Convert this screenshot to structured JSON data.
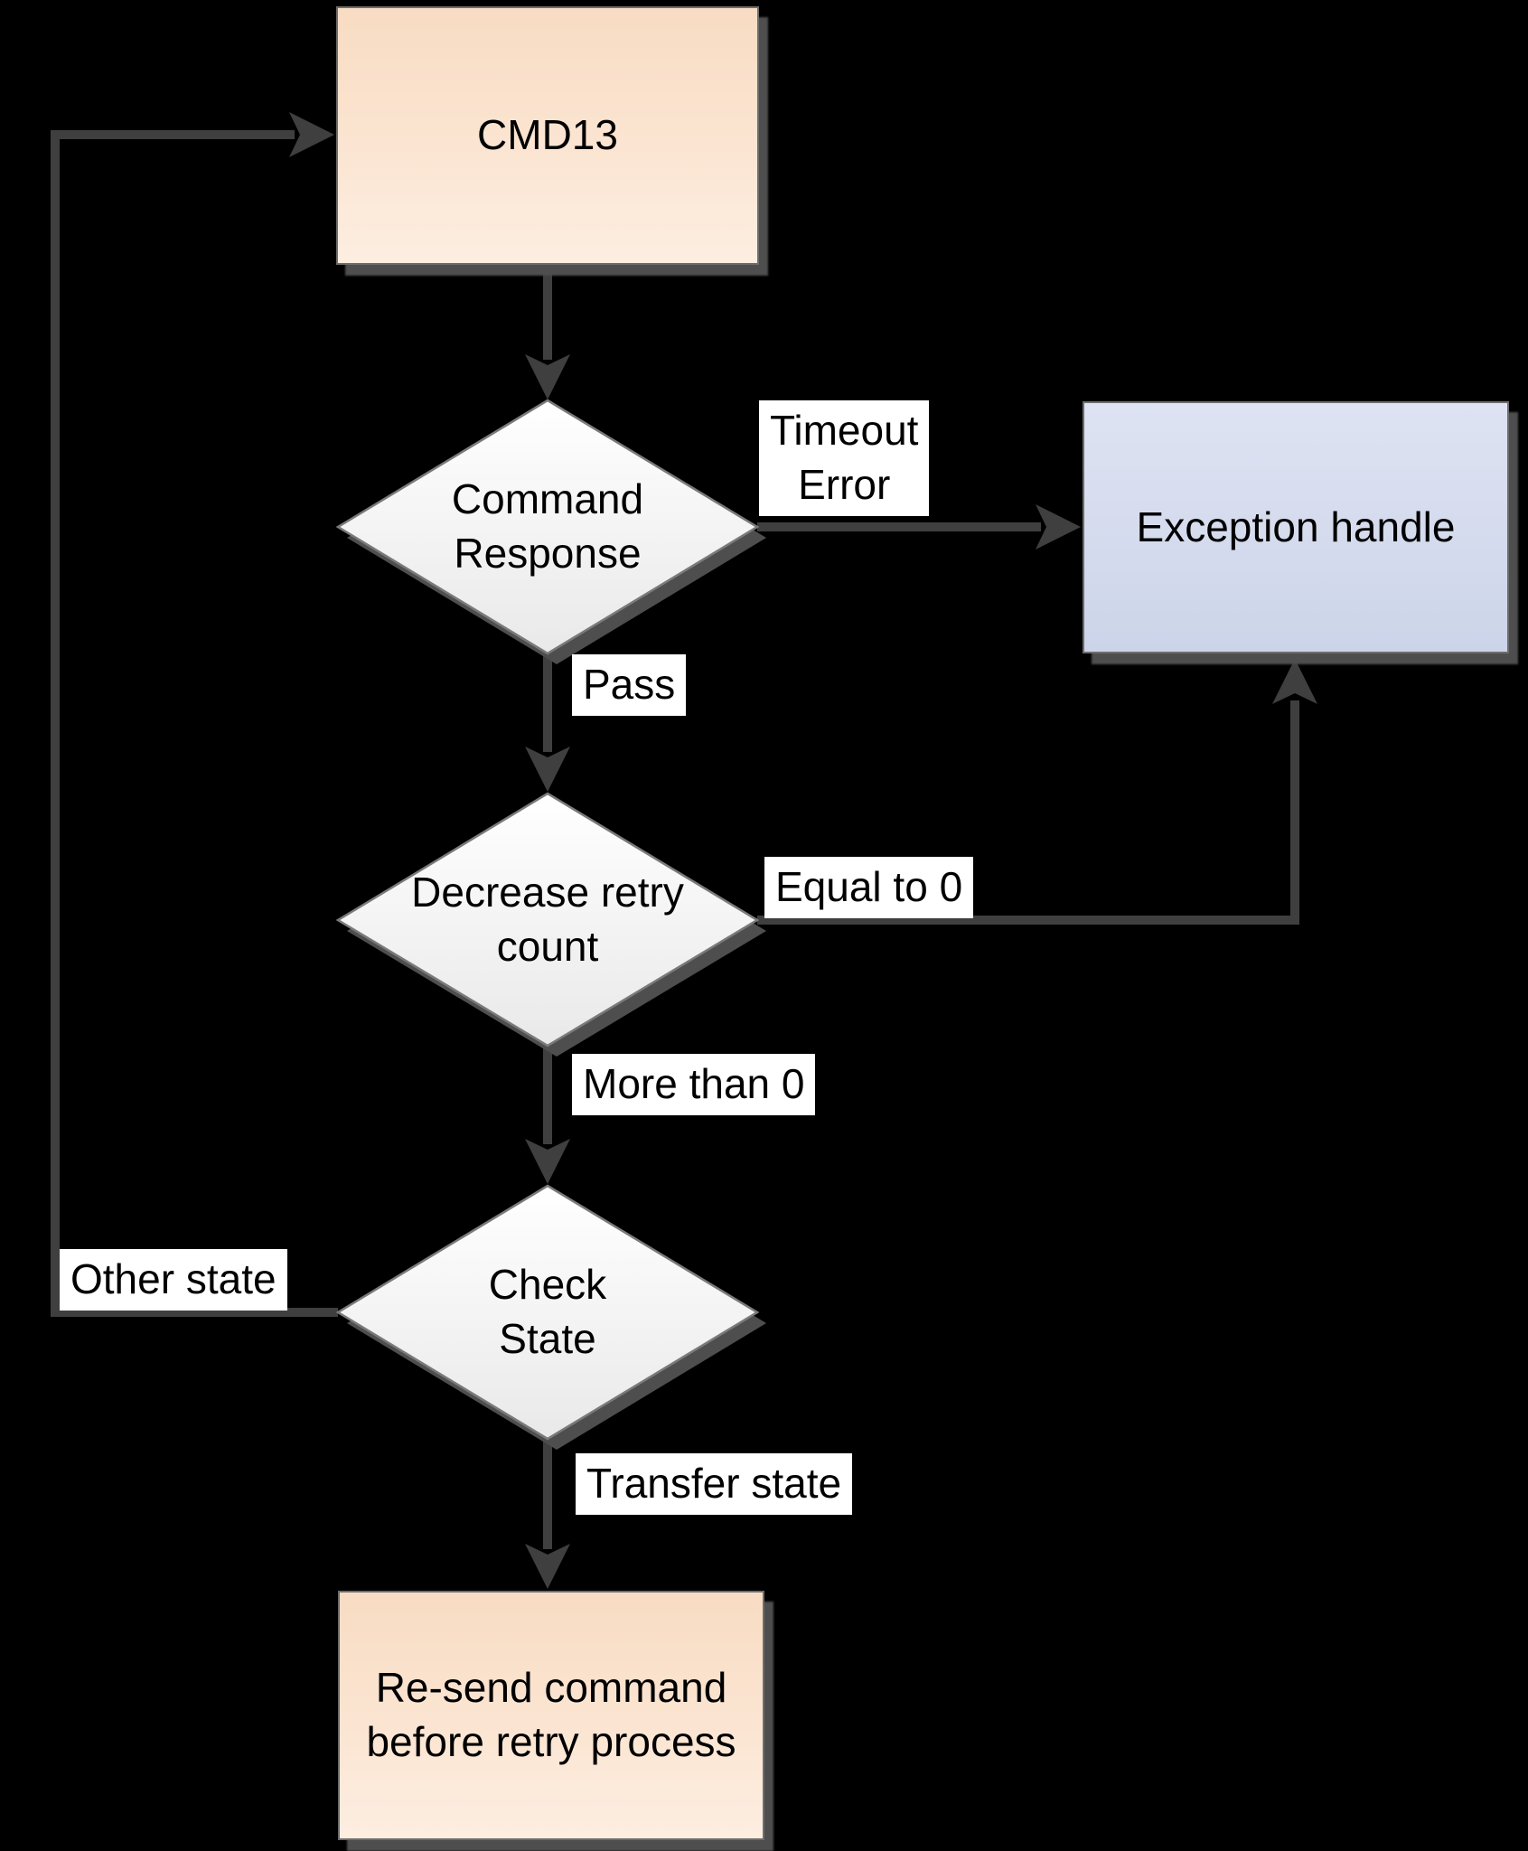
{
  "diagram_type": "flowchart",
  "colors": {
    "background": "#000000",
    "connector": "#3f3f3f",
    "process_fill_top": "#f8dcc3",
    "process_fill_bottom": "#fdeee1",
    "exception_fill_top": "#dee3f3",
    "exception_fill_bottom": "#ccd4e9",
    "decision_fill_top": "#ffffff",
    "decision_fill_bottom": "#eaeaea",
    "shape_border": "#6d6d6d",
    "shadow": "#4e4e4e",
    "label_background": "#ffffff",
    "text": "#000000"
  },
  "nodes": {
    "cmd13": {
      "label": "CMD13",
      "shape": "rectangle"
    },
    "command_response": {
      "label": "Command\nResponse",
      "shape": "diamond"
    },
    "exception_handle": {
      "label": "Exception handle",
      "shape": "rectangle"
    },
    "decrease_retry_count": {
      "label": "Decrease retry\ncount",
      "shape": "diamond"
    },
    "check_state": {
      "label": "Check\nState",
      "shape": "diamond"
    },
    "resend_command": {
      "label": "Re-send command\nbefore retry process",
      "shape": "rectangle"
    }
  },
  "edges": {
    "cmd13_to_command_response": {
      "label": "",
      "from": "cmd13",
      "to": "command_response"
    },
    "timeout_error": {
      "label": "Timeout\nError",
      "from": "command_response",
      "to": "exception_handle"
    },
    "pass": {
      "label": "Pass",
      "from": "command_response",
      "to": "decrease_retry_count"
    },
    "equal_to_0": {
      "label": "Equal to 0",
      "from": "decrease_retry_count",
      "to": "exception_handle"
    },
    "more_than_0": {
      "label": "More than 0",
      "from": "decrease_retry_count",
      "to": "check_state"
    },
    "other_state": {
      "label": "Other state",
      "from": "check_state",
      "to": "cmd13"
    },
    "transfer_state": {
      "label": "Transfer state",
      "from": "check_state",
      "to": "resend_command"
    }
  }
}
